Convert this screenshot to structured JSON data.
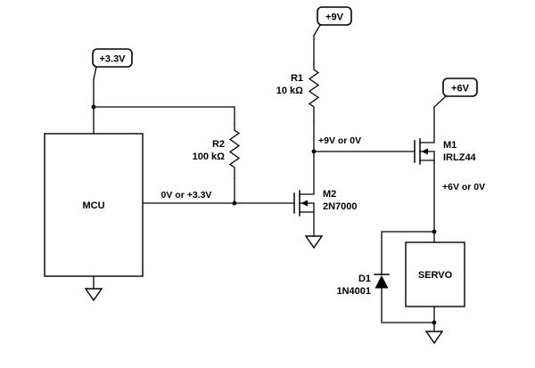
{
  "schematic": {
    "power_flags": {
      "v33": "+3.3V",
      "v9": "+9V",
      "v6": "+6V"
    },
    "components": {
      "mcu": {
        "label": "MCU"
      },
      "r1": {
        "ref": "R1",
        "value": "10 kΩ"
      },
      "r2": {
        "ref": "R2",
        "value": "100 kΩ"
      },
      "m1": {
        "ref": "M1",
        "part": "IRLZ44"
      },
      "m2": {
        "ref": "M2",
        "part": "2N7000"
      },
      "d1": {
        "ref": "D1",
        "part": "1N4001"
      },
      "servo": {
        "label": "SERVO"
      }
    },
    "net_labels": {
      "mcu_output": "0V or +3.3V",
      "m1_gate": "+9V or 0V",
      "servo_supply": "+6V or 0V"
    },
    "colors": {
      "wire": "#000000",
      "background": "#ffffff"
    }
  }
}
